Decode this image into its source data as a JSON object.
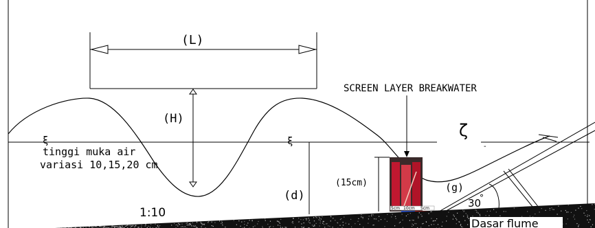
{
  "labels": {
    "wavelength": "(L)",
    "wave_height": "(H)",
    "depth": "(d)",
    "structure_title": "SCREEN LAYER BREAKWATER",
    "zeta": "ζ",
    "water_level_line1": "tinggi muka air",
    "water_level_line2": "variasi 10,15,20  cm",
    "structure_height": "(15cm)",
    "gap": "(g)",
    "angle": "30",
    "degree": "°",
    "slope": "1:10",
    "flume_base": "Dasar flume",
    "spacing_1": "5cm",
    "spacing_2": "10cm",
    "spacing_3": "5cm"
  },
  "colors": {
    "line": "#000000",
    "structure_fill": "#c01830",
    "structure_edge": "#3a2a2a",
    "spacing_blue": "#2850c8",
    "spacing_red": "#d02020",
    "gravel": "#111111"
  }
}
